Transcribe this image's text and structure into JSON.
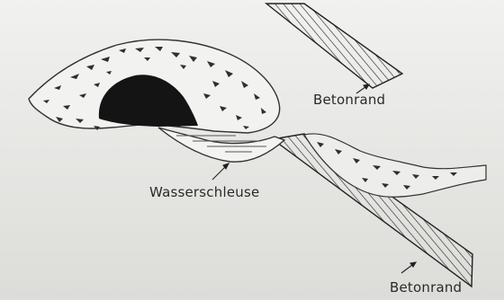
{
  "labels": {
    "beton_top": "Betonrand",
    "schleuse": "Wasserschleuse",
    "beton_bottom": "Betonrand"
  }
}
